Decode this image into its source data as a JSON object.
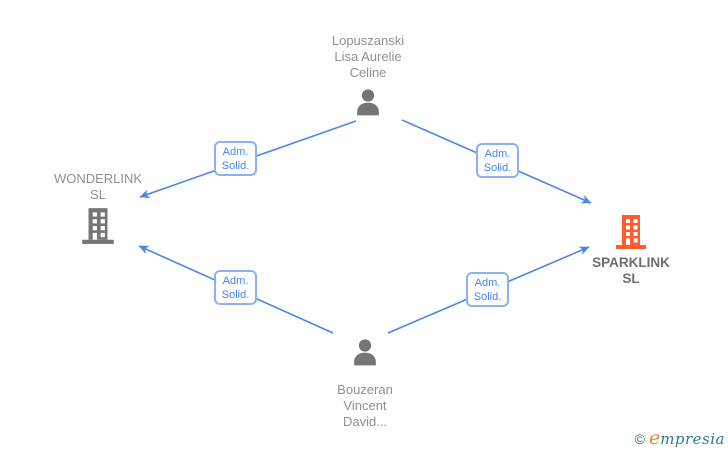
{
  "diagram": {
    "nodes": {
      "top_person": {
        "type": "person",
        "lines": [
          "Lopuszanski",
          "Lisa Aurelie",
          "Celine"
        ]
      },
      "left_company": {
        "type": "company",
        "lines": [
          "WONDERLINK",
          "SL"
        ]
      },
      "right_company": {
        "type": "company",
        "lines": [
          "SPARKLINK",
          "SL"
        ]
      },
      "bottom_person": {
        "type": "person",
        "lines": [
          "Bouzeran",
          "Vincent",
          "David..."
        ]
      }
    },
    "edges": [
      {
        "from": "top_person",
        "to": "left_company",
        "label_lines": [
          "Adm.",
          "Solid."
        ]
      },
      {
        "from": "top_person",
        "to": "right_company",
        "label_lines": [
          "Adm.",
          "Solid."
        ]
      },
      {
        "from": "bottom_person",
        "to": "left_company",
        "label_lines": [
          "Adm.",
          "Solid."
        ]
      },
      {
        "from": "bottom_person",
        "to": "right_company",
        "label_lines": [
          "Adm.",
          "Solid."
        ]
      }
    ]
  },
  "colors": {
    "edge_blue": "#4a86e8",
    "edge_label_text": "#4285f4",
    "edge_label_border": "#8ab1f4",
    "person_gray": "#757575",
    "company_gray": "#757575",
    "company_orange": "#fd5c2e",
    "name_text_gray": "#909090",
    "logo_teal": "#2b7a8c",
    "logo_orange": "#f08233"
  },
  "footer": {
    "copyright_symbol": "©",
    "brand_lead": "e",
    "brand_rest": "mpresia"
  }
}
